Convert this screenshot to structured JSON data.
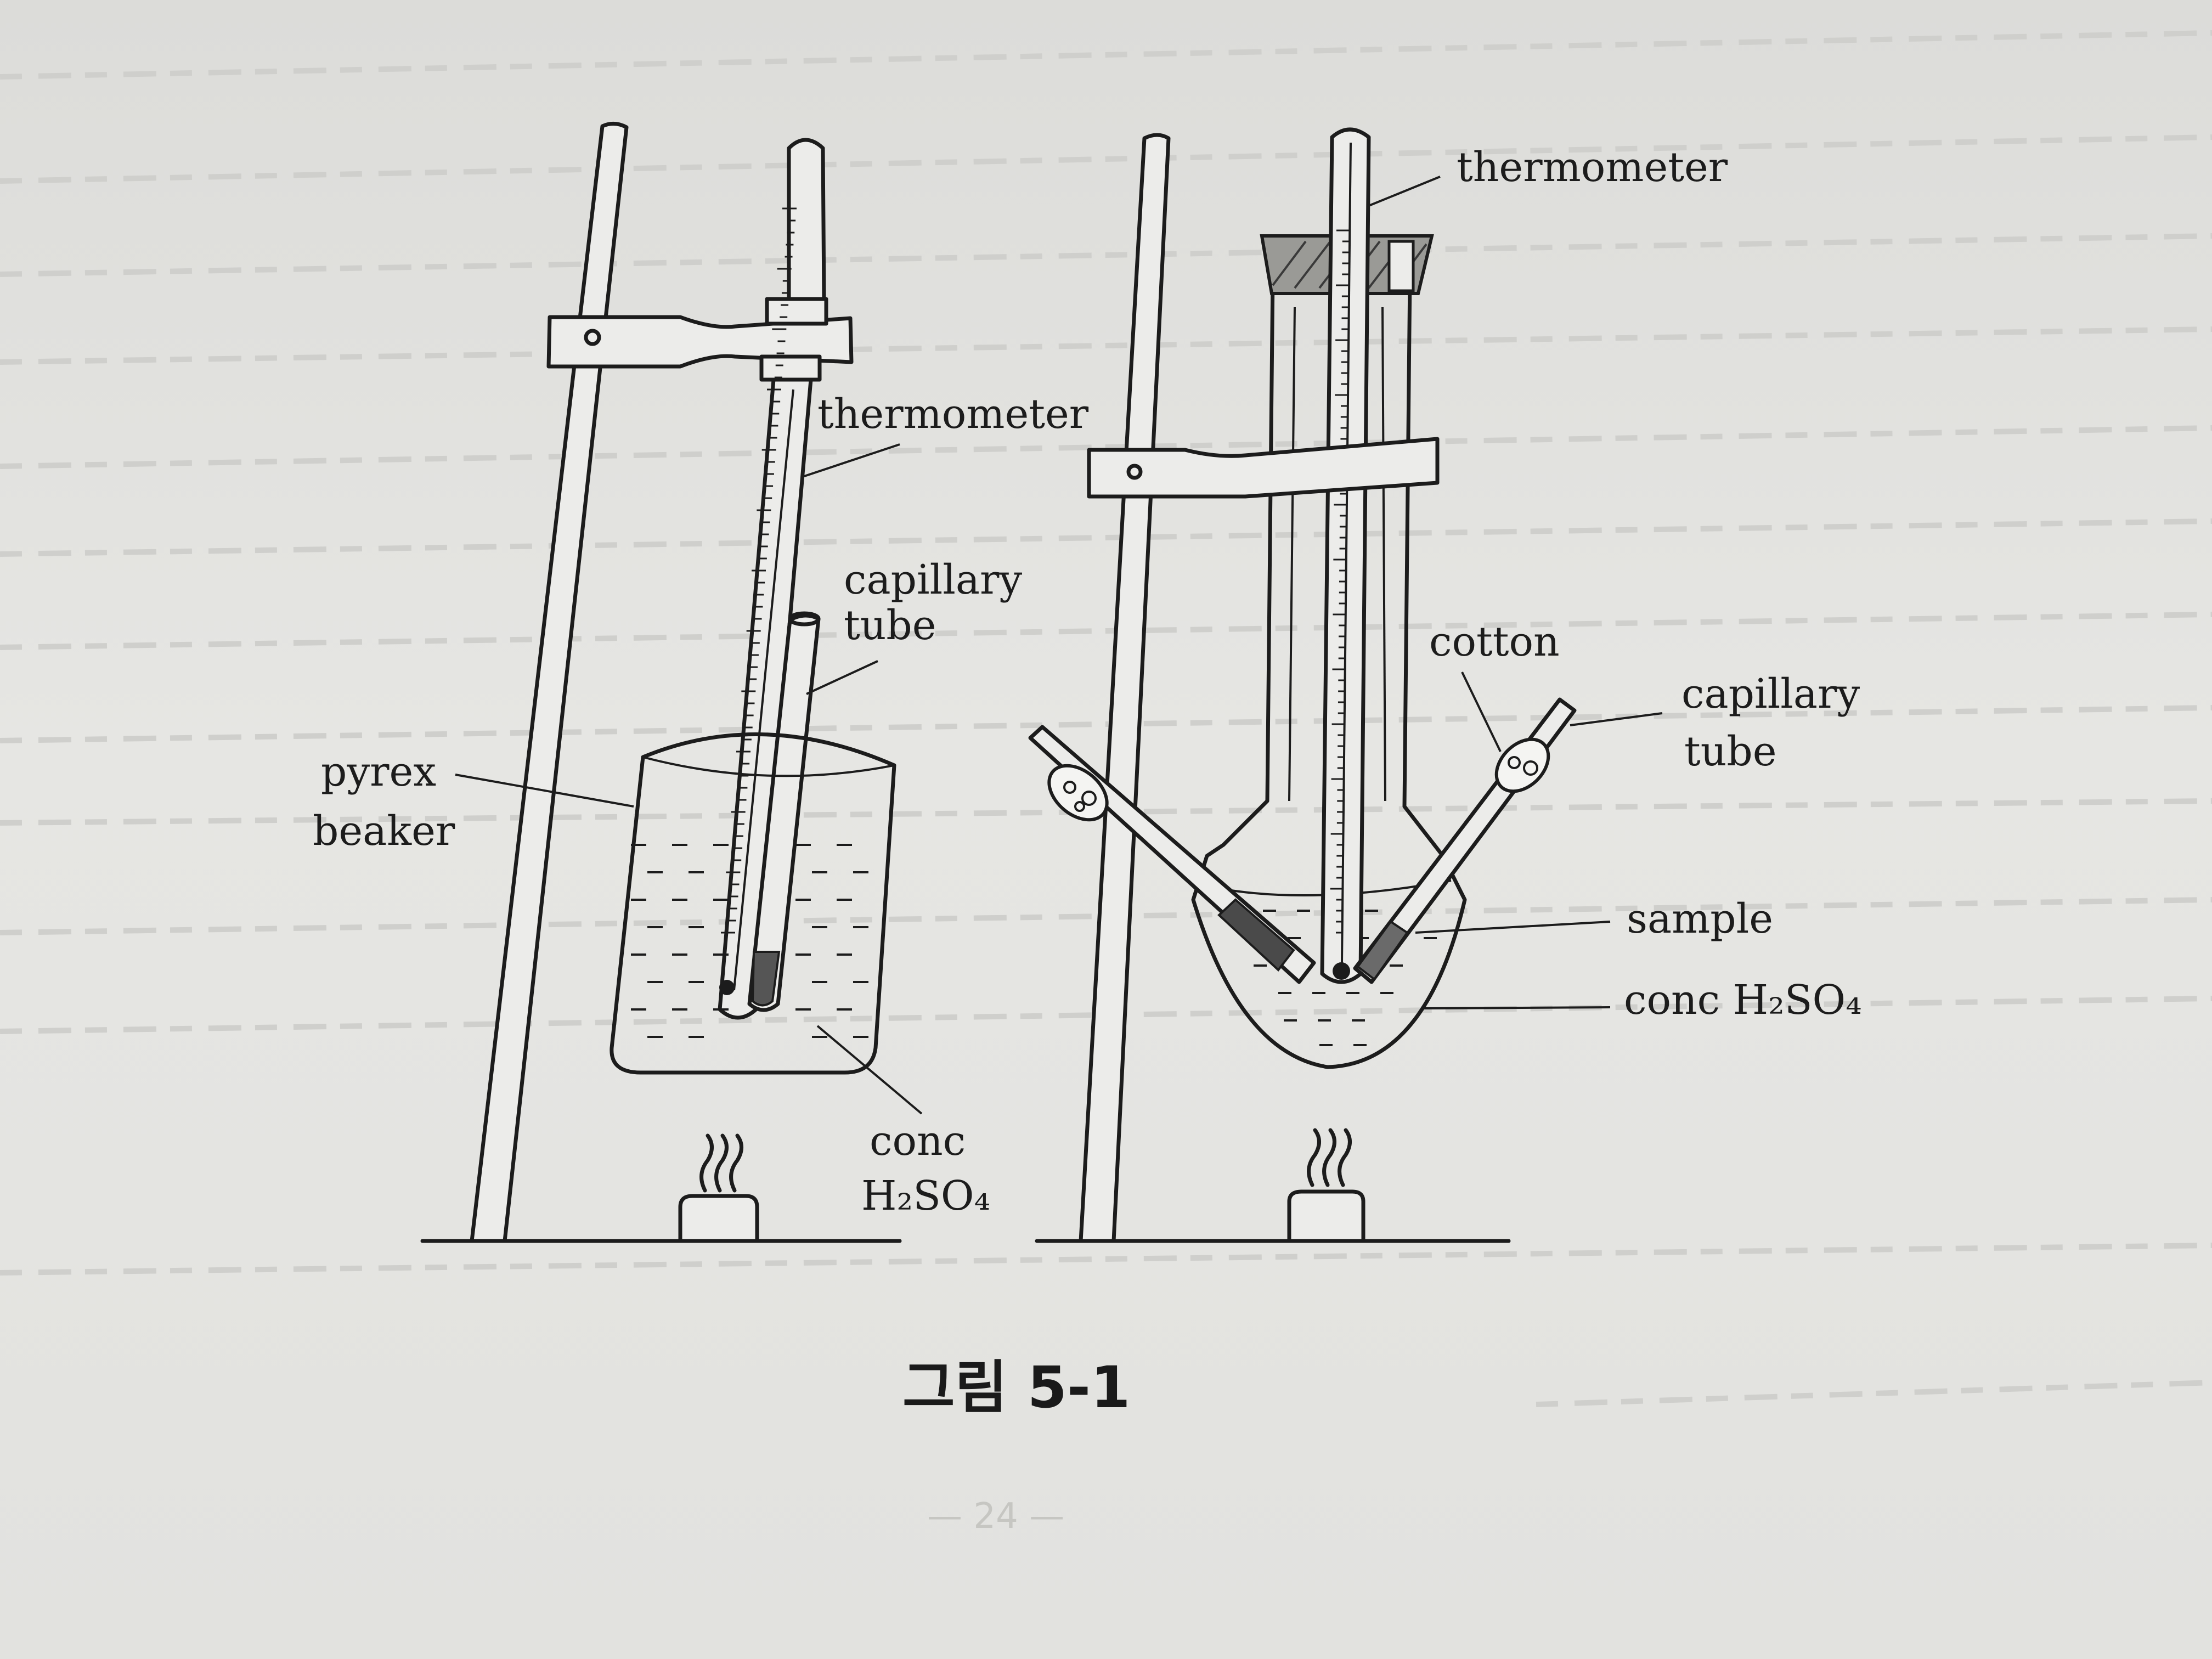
{
  "figure": {
    "caption": "그림 5-1",
    "page_number": "— 24 —"
  },
  "left_apparatus": {
    "labels": {
      "thermometer": "thermometer",
      "capillary_line1": "capillary",
      "capillary_line2": "tube",
      "beaker_line1": "pyrex",
      "beaker_line2": "beaker",
      "acid_line1": "conc",
      "acid_line2": "H₂SO₄"
    }
  },
  "right_apparatus": {
    "labels": {
      "thermometer": "thermometer",
      "cotton": "cotton",
      "capillary_line1": "capillary",
      "capillary_line2": "tube",
      "sample": "sample",
      "acid": "conc  H₂SO₄"
    }
  }
}
